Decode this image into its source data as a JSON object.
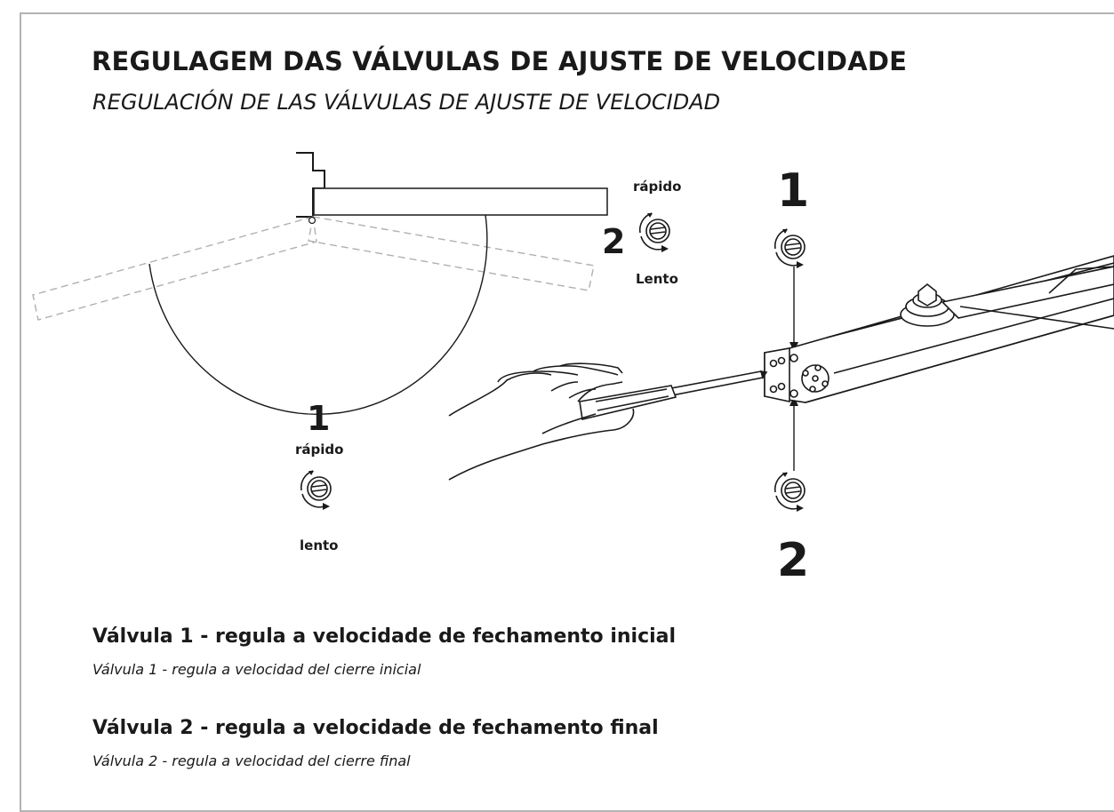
{
  "header": {
    "title": "REGULAGEM DAS VÁLVULAS DE AJUSTE DE VELOCIDADE",
    "subtitle": "REGULACIÓN DE LAS VÁLVULAS DE AJUSTE DE VELOCIDAD"
  },
  "door_diagram": {
    "valve1": {
      "number": "1",
      "fast_label": "rápido",
      "slow_label": "lento"
    },
    "valve2": {
      "number": "2",
      "fast_label": "rápido",
      "slow_label": "Lento"
    }
  },
  "closer_diagram": {
    "valve1_number": "1",
    "valve2_number": "2"
  },
  "descriptions": [
    {
      "title": "Válvula 1 - regula a velocidade de fechamento inicial",
      "subtitle": "Válvula 1 - regula a velocidad del cierre inicial"
    },
    {
      "title": "Válvula 2 - regula a velocidade de fechamento final",
      "subtitle": "Válvula 2 - regula a velocidad del cierre final"
    }
  ],
  "colors": {
    "frame": "#b3b3b3",
    "ink": "#1a1a1a",
    "ghost": "#b0b0b0"
  },
  "icons": [
    "valve-screw-icon",
    "rotation-arrow-icon",
    "hand-icon",
    "screwdriver-icon",
    "door-closer-icon"
  ]
}
